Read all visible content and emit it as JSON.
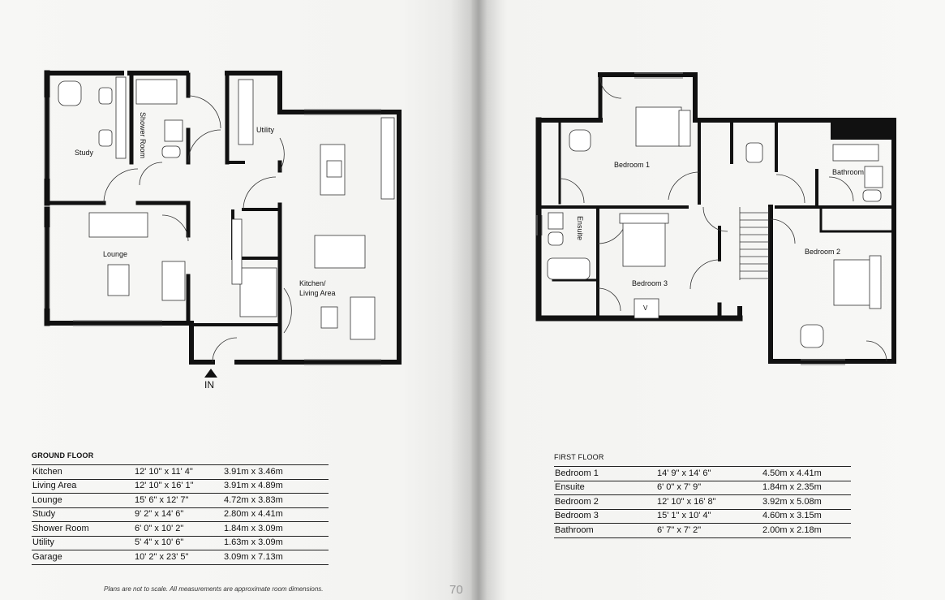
{
  "ground_floor": {
    "plan_labels": {
      "study": "Study",
      "shower_room": "Shower Room",
      "utility": "Utility",
      "lounge": "Lounge",
      "kitchen_line1": "Kitchen/",
      "kitchen_line2": "Living Area",
      "entrance": "IN"
    },
    "table": {
      "title": "GROUND FLOOR",
      "rows": [
        {
          "room": "Kitchen",
          "imperial": "12' 10\" x 11' 4\"",
          "metric": "3.91m x 3.46m"
        },
        {
          "room": "Living Area",
          "imperial": "12' 10\" x 16' 1\"",
          "metric": "3.91m x 4.89m"
        },
        {
          "room": "Lounge",
          "imperial": "15' 6\" x 12' 7\"",
          "metric": "4.72m x 3.83m"
        },
        {
          "room": "Study",
          "imperial": "9' 2\" x 14' 6\"",
          "metric": "2.80m x 4.41m"
        },
        {
          "room": "Shower Room",
          "imperial": "6' 0\" x 10' 2\"",
          "metric": "1.84m x 3.09m"
        },
        {
          "room": "Utility",
          "imperial": "5' 4\" x 10' 6\"",
          "metric": "1.63m x 3.09m"
        },
        {
          "room": "Garage",
          "imperial": "10' 2\" x 23' 5\"",
          "metric": "3.09m x 7.13m"
        }
      ]
    }
  },
  "first_floor": {
    "plan_labels": {
      "bedroom1": "Bedroom 1",
      "bedroom2": "Bedroom 2",
      "bedroom3": "Bedroom 3",
      "ensuite": "Ensuite",
      "bathroom": "Bathroom",
      "cupboard": "V"
    },
    "table": {
      "title": "FIRST FLOOR",
      "rows": [
        {
          "room": "Bedroom 1",
          "imperial": "14' 9\" x 14' 6\"",
          "metric": "4.50m x 4.41m"
        },
        {
          "room": "Ensuite",
          "imperial": "6' 0\" x 7' 9\"",
          "metric": "1.84m x 2.35m"
        },
        {
          "room": "Bedroom 2",
          "imperial": "12' 10\" x 16' 8\"",
          "metric": "3.92m x 5.08m"
        },
        {
          "room": "Bedroom 3",
          "imperial": "15' 1\" x 10' 4\"",
          "metric": "4.60m x 3.15m"
        },
        {
          "room": "Bathroom",
          "imperial": "6' 7\" x 7' 2\"",
          "metric": "2.00m x 2.18m"
        }
      ]
    }
  },
  "footnote": "Plans are not to scale. All measurements are approximate room dimensions.",
  "page_number": "70"
}
